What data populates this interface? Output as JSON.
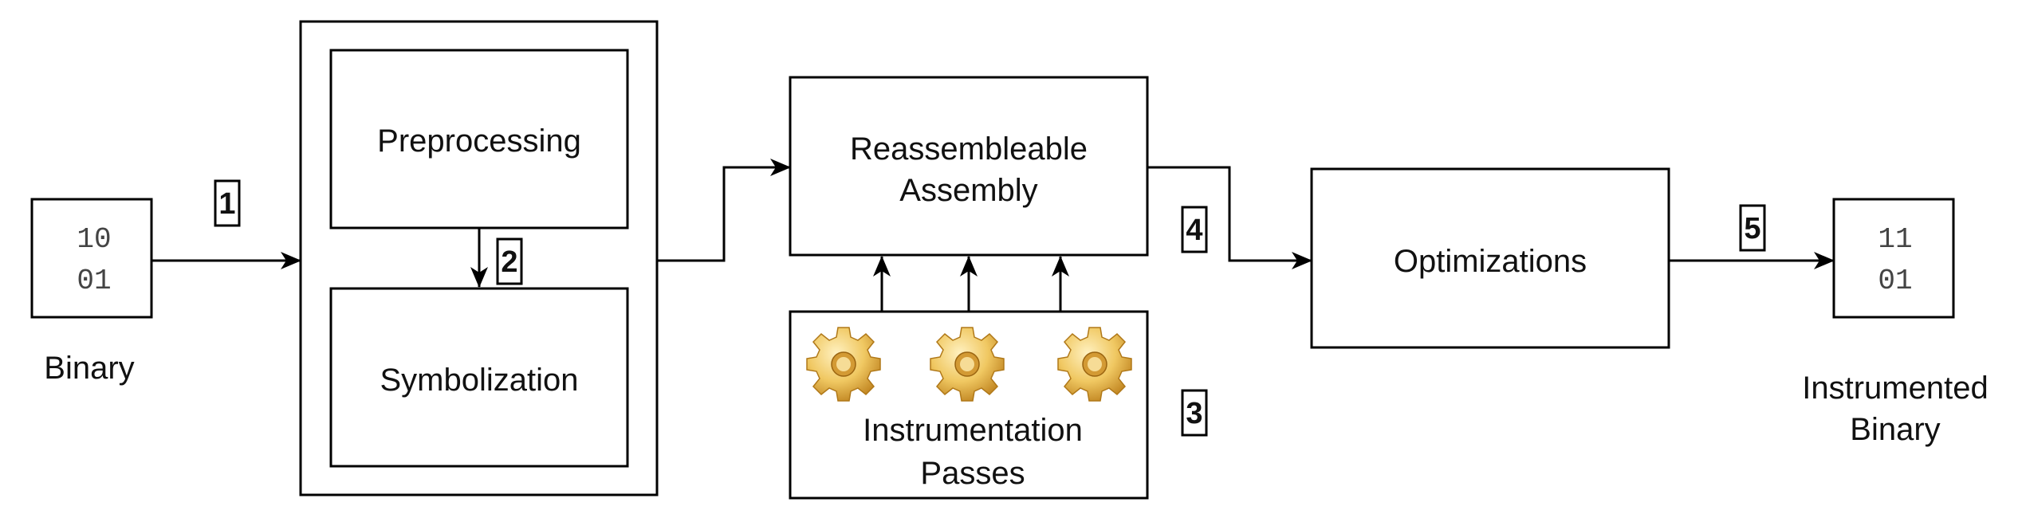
{
  "input_file": {
    "bits_line1": "10",
    "bits_line2": "01",
    "label": "Binary"
  },
  "output_file": {
    "bits_line1": "11",
    "bits_line2": "01",
    "label_line1": "Instrumented",
    "label_line2": "Binary"
  },
  "stages": {
    "preprocessing": "Preprocessing",
    "symbolization": "Symbolization",
    "reassembleable_line1": "Reassembleable",
    "reassembleable_line2": "Assembly",
    "instrumentation_line1": "Instrumentation",
    "instrumentation_line2": "Passes",
    "optimizations": "Optimizations"
  },
  "step_numbers": {
    "step1": "1",
    "step2": "2",
    "step3": "3",
    "step4": "4",
    "step5": "5"
  },
  "icons": [
    "gear-icon",
    "gear-icon",
    "gear-icon"
  ],
  "colors": {
    "stroke": "#000000",
    "gear_light": "#f5d88a",
    "gear_dark": "#c98a1e"
  }
}
